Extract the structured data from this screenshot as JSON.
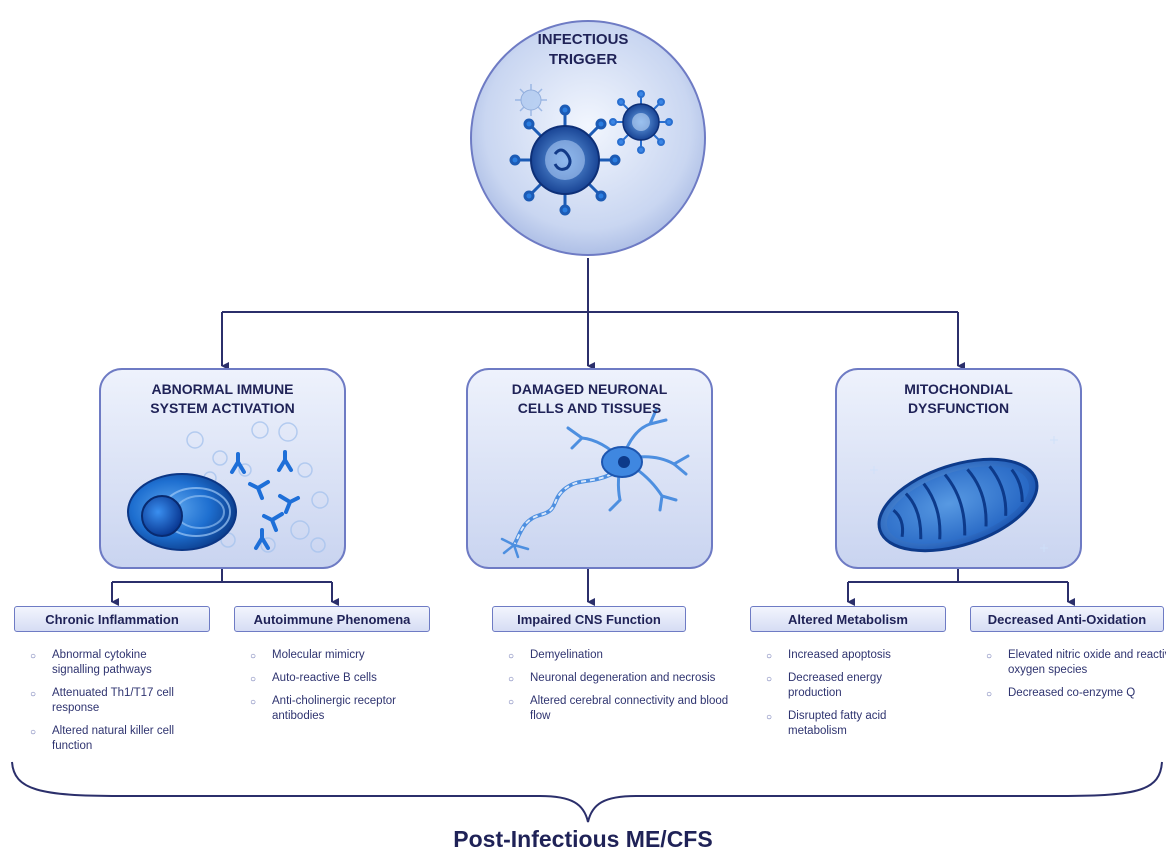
{
  "trigger": {
    "title_line1": "INFECTIOUS",
    "title_line2": "TRIGGER",
    "icon": "virus-icon"
  },
  "panels": [
    {
      "title_line1": "ABNORMAL IMMUNE",
      "title_line2": "SYSTEM ACTIVATION",
      "icon": "immune-cell-antibodies-icon"
    },
    {
      "title_line1": "DAMAGED NEURONAL",
      "title_line2": "CELLS AND TISSUES",
      "icon": "neuron-icon"
    },
    {
      "title_line1": "MITOCHONDIAL",
      "title_line2": "DYSFUNCTION",
      "icon": "mitochondrion-icon"
    }
  ],
  "outcomes": [
    {
      "label": "Chronic Inflammation",
      "items": [
        "Abnormal cytokine signalling pathways",
        "Attenuated Th1/T17 cell response",
        "Altered natural killer cell function"
      ]
    },
    {
      "label": "Autoimmune Phenomena",
      "items": [
        "Molecular mimicry",
        "Auto-reactive B cells",
        "Anti-cholinergic receptor antibodies"
      ]
    },
    {
      "label": "Impaired CNS Function",
      "items": [
        "Demyelination",
        "Neuronal degeneration and necrosis",
        "Altered cerebral connectivity and blood flow"
      ]
    },
    {
      "label": "Altered Metabolism",
      "items": [
        "Increased apoptosis",
        "Decreased energy production",
        "Disrupted fatty acid metabolism"
      ]
    },
    {
      "label": "Decreased Anti-Oxidation",
      "items": [
        "Elevated nitric oxide and reactive oxygen species",
        "Decreased co-enzyme Q"
      ]
    }
  ],
  "footer": "Post-Infectious ME/CFS",
  "colors": {
    "line": "#2b2f6b",
    "box_border": "#6e7bc4",
    "cell_blue": "#1565c0"
  }
}
